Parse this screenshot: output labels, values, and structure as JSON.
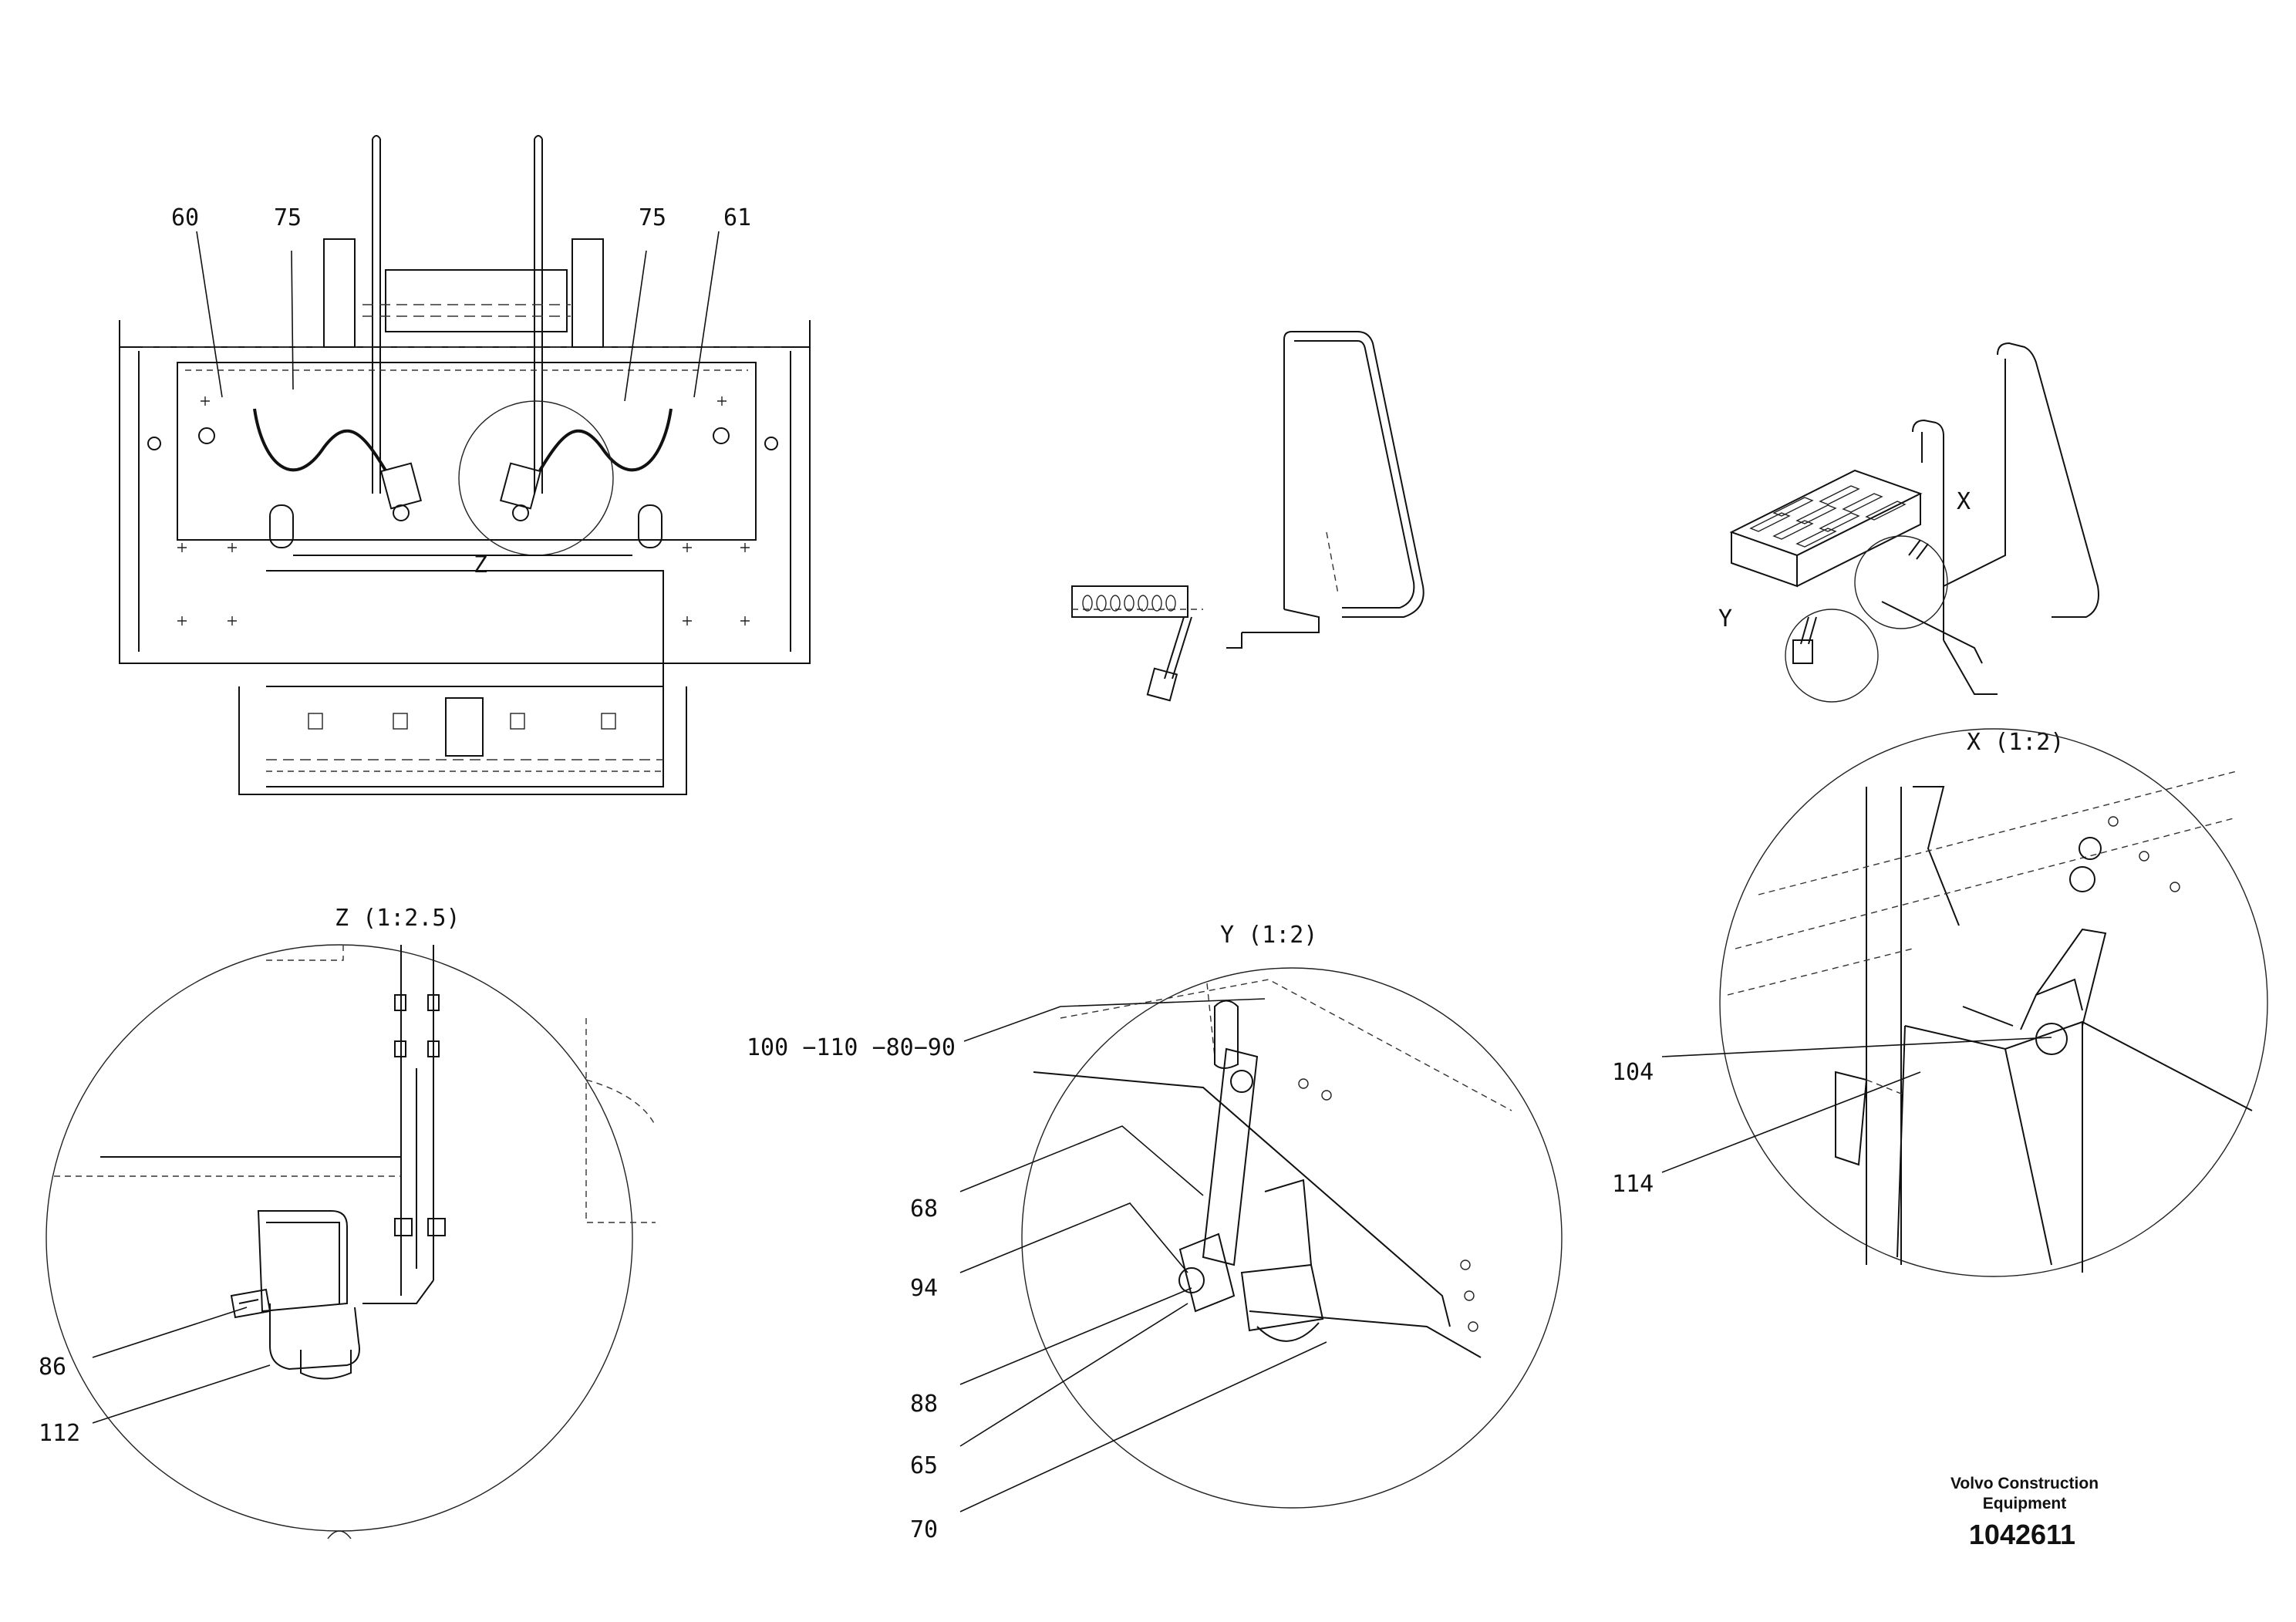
{
  "callouts": {
    "c60": "60",
    "c75a": "75",
    "c75b": "75",
    "c61": "61",
    "c86": "86",
    "c112": "112",
    "c100": "100 −110 −80−90",
    "c68": "68",
    "c94": "94",
    "c88": "88",
    "c65": "65",
    "c70": "70",
    "c104": "104",
    "c114": "114"
  },
  "view_markers": {
    "z": "Z",
    "x": "X",
    "y": "Y"
  },
  "detail_titles": {
    "z": "Z (1:2.5)",
    "y": "Y (1:2)",
    "x": "X (1:2)"
  },
  "title_block": {
    "company_line1": "Volvo Construction",
    "company_line2": "Equipment",
    "part_number": "1042611"
  }
}
